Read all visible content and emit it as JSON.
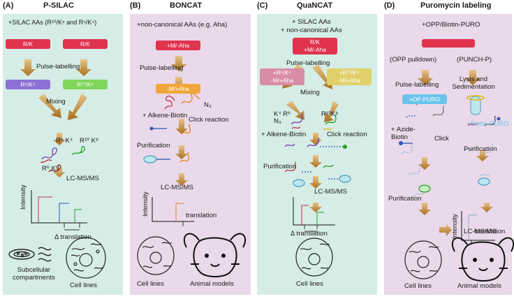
{
  "panels": [
    {
      "id": "A",
      "label": "(A)",
      "title": "P-SILAC",
      "bg": "#d5ede6",
      "intro": "+SILAC AAs (R¹⁰/K⁸ and R⁶/K⁴)",
      "dish1": "R/K",
      "dish2": "R/K",
      "step1": "Pulse-labelling",
      "dish3": "R⁶/K⁴",
      "dish4": "R¹⁰/K⁸",
      "step2": "Mixing",
      "mol1": "R⁶ K⁴",
      "mol2": "R¹⁰ K⁸",
      "mol3": "R⁰ K⁰",
      "step3": "LC-MS/MS",
      "axis": "Intensity",
      "delta": "Δ translation",
      "cap1": "Subcellular compartments",
      "cap1a": "Subcellular",
      "cap1b": "compartments",
      "cap2": "Cell lines"
    },
    {
      "id": "B",
      "label": "(B)",
      "title": "BONCAT",
      "bg": "#ead9ea",
      "intro": "+non-canonical AAs (e.g. Aha)",
      "dish1": "+M/-Aha",
      "step1": "Pulse-labelling",
      "dish2": "-M/+Aha",
      "n3": "N₃",
      "step2": "+ Alkene-Biotin",
      "step2b": "Click reaction",
      "step3": "Purification",
      "step4": "LC-MS/MS",
      "axis": "Intensity",
      "tr": "translation",
      "cap1": "Cell lines",
      "cap2": "Animal models"
    },
    {
      "id": "C",
      "label": "(C)",
      "title": "QuaNCAT",
      "bg": "#d5ede6",
      "intro1": "+ SILAC AAs",
      "intro2": "+ non-canonical AAs",
      "dish1a": "R/K",
      "dish1b": "+M/-Aha",
      "step1": "Pulse-labelling",
      "dish2a": "+R⁶/K⁴",
      "dish2b": "-M/+Aha",
      "dish3a": "+R¹⁰/K⁸",
      "dish3b": "-M/+Aha",
      "step2": "Mixing",
      "mol1": "K⁴ R⁶",
      "mol2": "R¹⁰K⁸",
      "n3": "N₃",
      "step3": "+ Alkene-Biotin",
      "step3b": "Click reaction",
      "step4": "Purification",
      "step5": "LC-MS/MS",
      "delta": "Δ translation",
      "cap": "Cell lines"
    },
    {
      "id": "D",
      "label": "(D)",
      "title": "Puromycin labeling",
      "bg": "#ead9ea",
      "intro": "+OPP/Biotin-PURO",
      "left1": "(OPP pulldown)",
      "right1": "(PUNCH-P)",
      "step1": "Pulse-labelling",
      "right2": "Lysis and Sedimentation",
      "right2a": "Lysis",
      "right2b": "and",
      "right2c": "Sedimentation",
      "dishl": "+OP-PURO",
      "tube": "+Biotin-PURO",
      "azide": "+ Azide-Biotin",
      "azidea": "+ Azide-",
      "azideb": "Biotin",
      "click": "Click",
      "purL": "Purification",
      "purR": "Purification",
      "step4": "LC-MS/MS",
      "axis": "Intensity",
      "tr": "translation",
      "cap1": "Cell lines",
      "cap2": "Animal models"
    }
  ]
}
